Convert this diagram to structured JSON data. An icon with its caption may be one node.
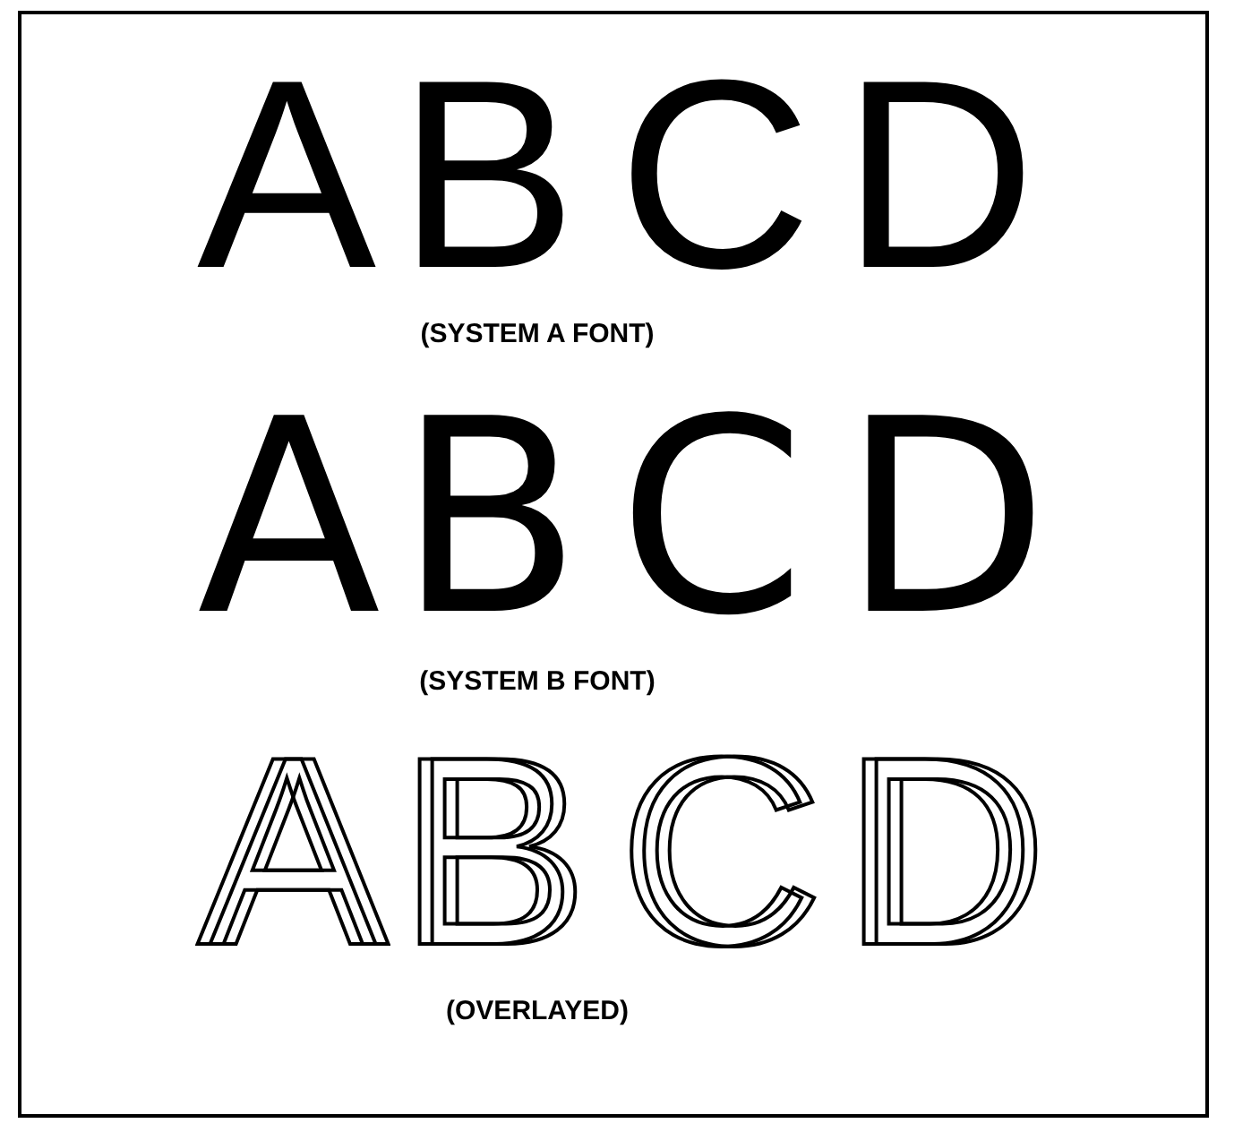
{
  "diagram": {
    "labels": [
      "A",
      "B",
      "C",
      "D",
      "(SYSTEM A FONT)",
      "A",
      "B",
      "C",
      "D",
      "(SYSTEM B FONT)",
      "A",
      "B",
      "C",
      "D",
      "(OVERLAYED)"
    ]
  }
}
